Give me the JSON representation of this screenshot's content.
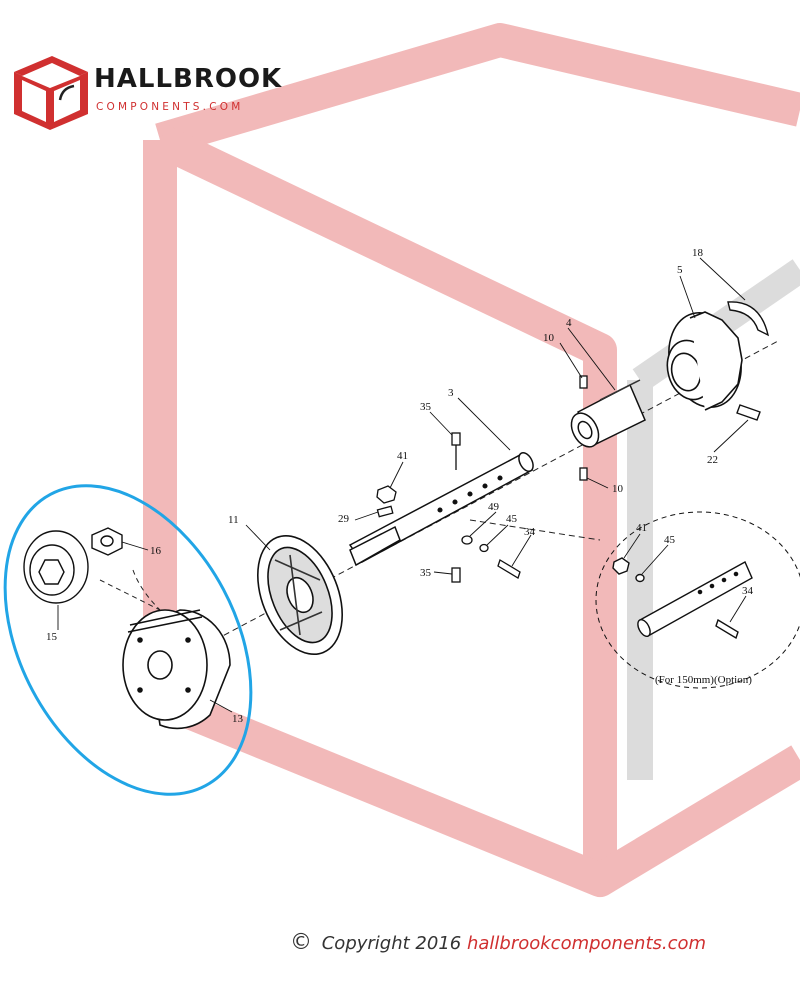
{
  "brand": {
    "name": "HALLBROOK",
    "tagline": "COMPONENTS.COM",
    "accent": "#d03030"
  },
  "copyright": {
    "symbol": "©",
    "prefix": "Copyright 2016",
    "site": "hallbrookcomponents.com"
  },
  "diagram": {
    "highlight_color": "#21a5e6",
    "callouts": {
      "c3": "3",
      "c4": "4",
      "c5": "5",
      "c10a": "10",
      "c10b": "10",
      "c11": "11",
      "c13": "13",
      "c15": "15",
      "c16": "16",
      "c18": "18",
      "c22": "22",
      "c29": "29",
      "c34a": "34",
      "c34b": "34",
      "c35a": "35",
      "c35b": "35",
      "c41a": "41",
      "c41b": "41",
      "c45a": "45",
      "c45b": "45",
      "c49": "49"
    },
    "option_note": "(For 150mm)(Option)"
  }
}
